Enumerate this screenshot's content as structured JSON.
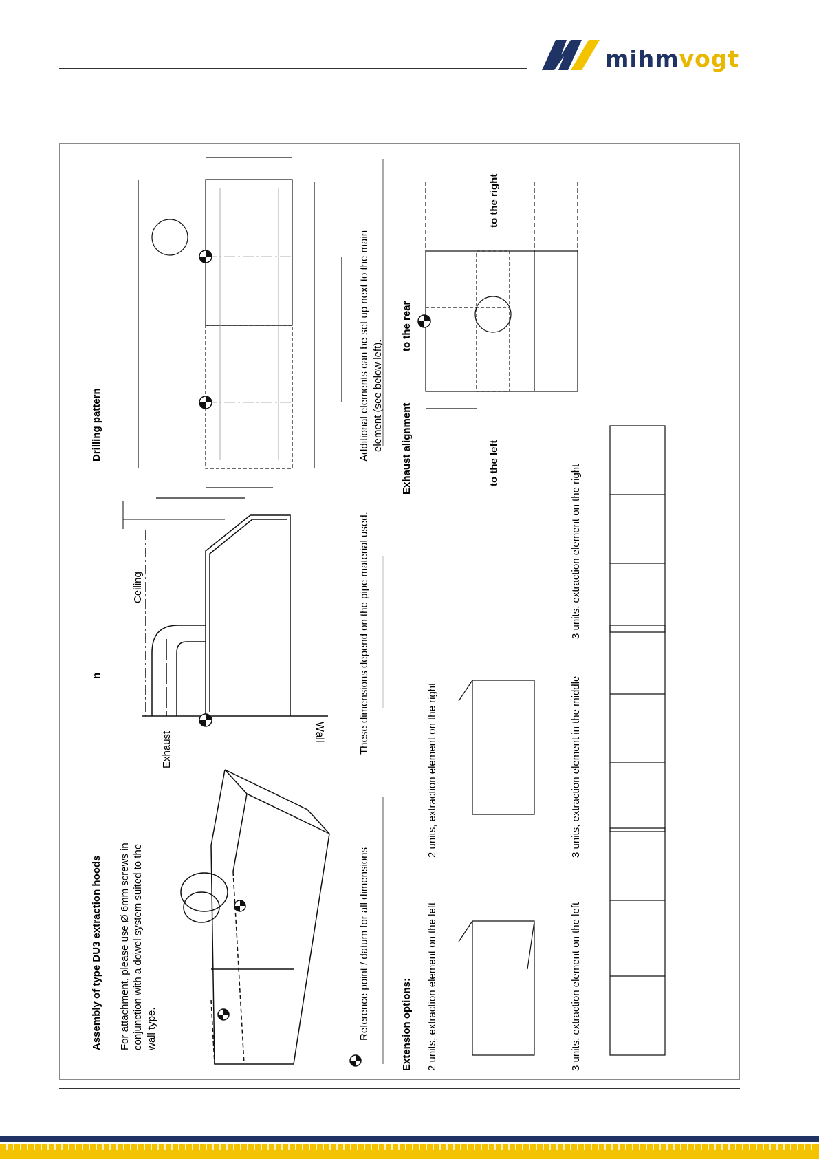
{
  "header": {
    "brand_part1": "mihm",
    "brand_part2": "vogt",
    "brand_color_blue": "#1f3364",
    "brand_color_yellow": "#f4c300"
  },
  "assembly": {
    "title": "Assembly of type DU3 extraction hoods",
    "text_line1": "For attachment, please use Ø 6mm screws in",
    "text_line2": "conjunction with a dowel system suited to the",
    "text_line3": "wall type."
  },
  "side_view": {
    "section_title_fragment": "n",
    "label_ceiling": "Ceiling",
    "label_wall": "Wall",
    "label_exhaust": "Exhaust"
  },
  "drilling": {
    "title": "Drilling pattern"
  },
  "notes": {
    "reference_point": "Reference point / datum for all dimensions",
    "pipe_dimensions": "These dimensions depend on the pipe material used.",
    "additional_line1": "Additional elements can be set up next to the main",
    "additional_line2": "element (see below left)."
  },
  "extension": {
    "title": "Extension options:",
    "option1": "2 units, extraction element on the left",
    "option2": "2 units, extraction element on the right",
    "option3": "3 units, extraction element on the left",
    "option4": "3 units, extraction element in the middle",
    "option5": "3 units, extraction element on the right"
  },
  "exhaust_alignment": {
    "title": "Exhaust alignment",
    "to_the_rear": "to the rear",
    "to_the_left": "to the left",
    "to_the_right": "to the right"
  }
}
